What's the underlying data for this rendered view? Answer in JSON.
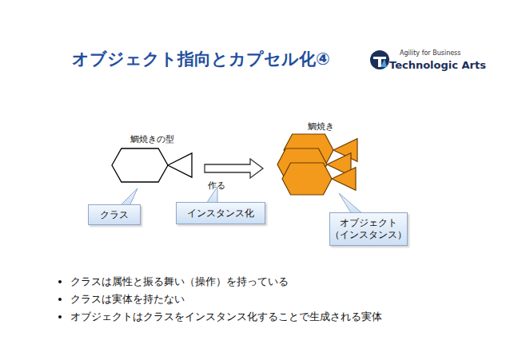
{
  "diagram": {
    "title": "オブジェクト指向とカプセル化④",
    "nodes": [
      {
        "text": [
          "鯛焼きの型"
        ]
      },
      {
        "text": [
          "鯛焼き"
        ]
      },
      {
        "text": [
          "クラス"
        ]
      },
      {
        "text": [
          "インスタンス化"
        ]
      },
      {
        "text": [
          "オブジェクト （インスタンス）"
        ]
      }
    ],
    "edges": [
      {
        "from": 0,
        "to": 1,
        "label": "作る",
        "arrow": "to"
      }
    ],
    "labels": [
      "Agility for Business",
      "Technologic Arts",
      "クラスは属性と振る舞い（操作）を持っている",
      "クラスは実体を持たない",
      "オブジェクトはクラスをインスタンス化することで生成される実体"
    ]
  }
}
